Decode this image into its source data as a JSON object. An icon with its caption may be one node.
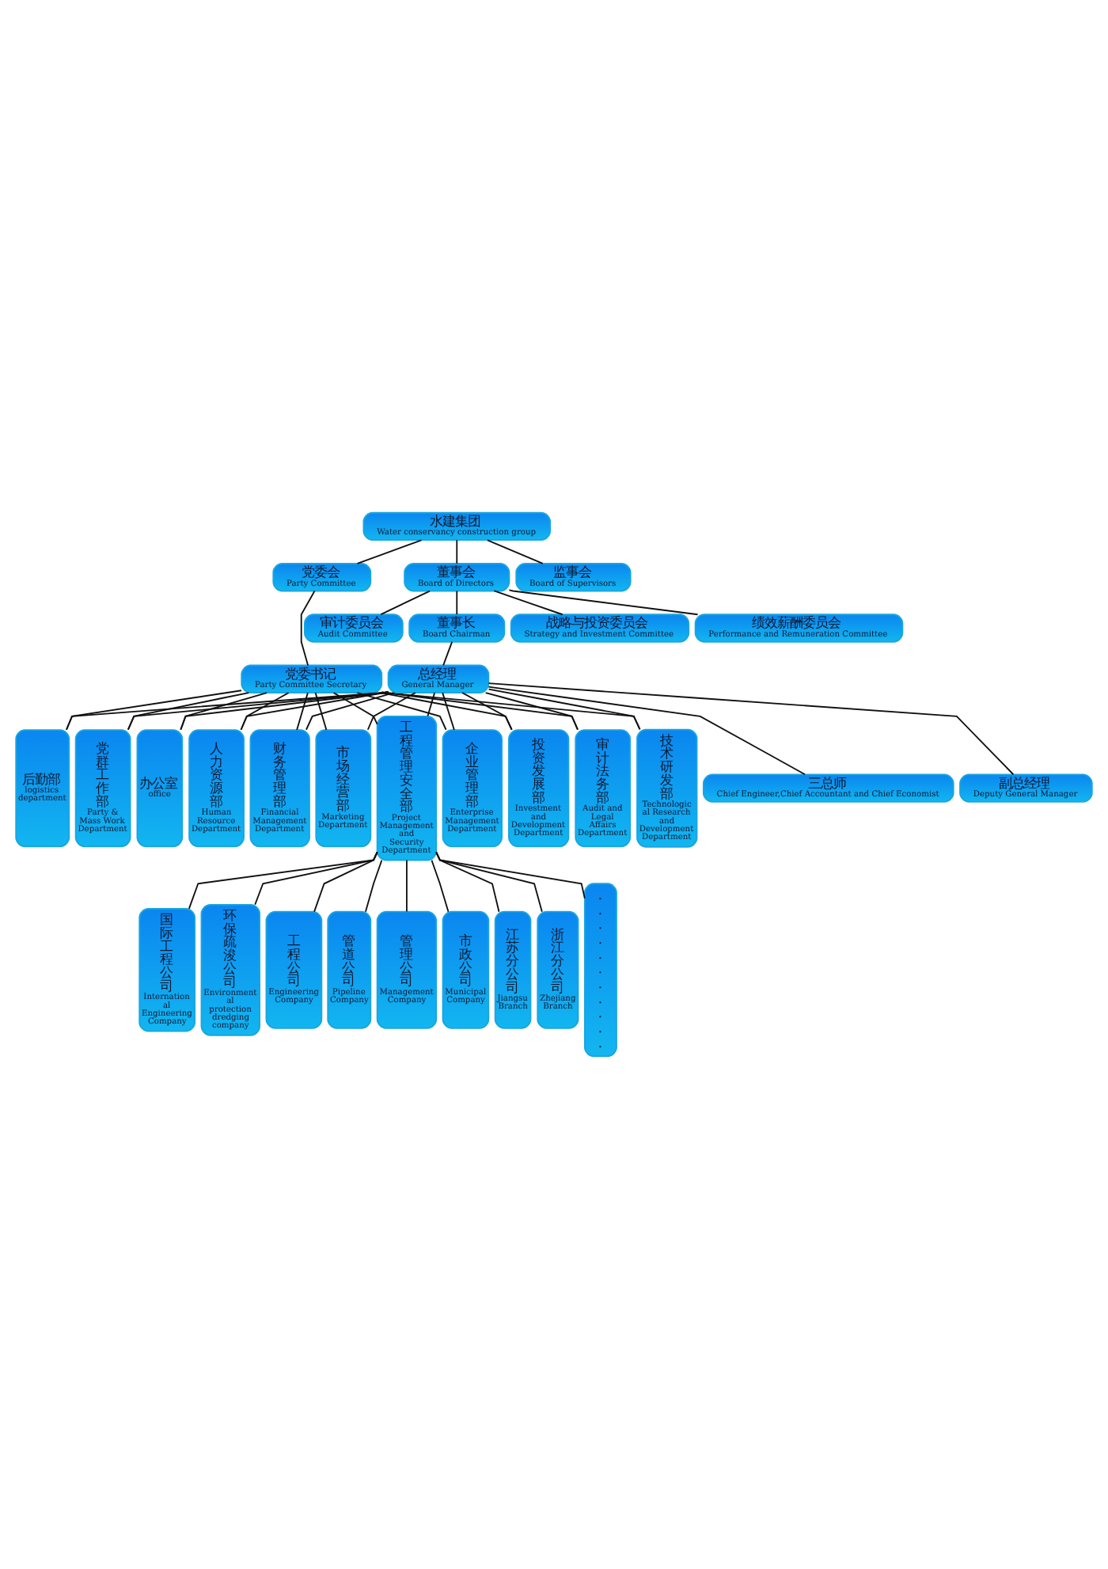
{
  "diagram": {
    "nodes": [
      {
        "text": [
          "水建集团",
          "Water conservancy construction group"
        ]
      },
      {
        "text": [
          "党委会",
          "Party Committee"
        ]
      },
      {
        "text": [
          "监事会",
          "Board of Supervisors"
        ]
      },
      {
        "text": [
          "董事会",
          "Board of Directors"
        ]
      },
      {
        "text": [
          "战略与投资委员会",
          "Strategy and Investment Committee"
        ]
      },
      {
        "text": [
          "绩效薪酬委员会",
          "Performance and Remuneration Committee"
        ]
      },
      {
        "text": [
          "审计委员会",
          "Audit Committee"
        ]
      },
      {
        "text": [
          "党委书记",
          "Party Committee Secretary"
        ]
      },
      {
        "text": [
          "董事长",
          "Board Chairman"
        ]
      },
      {
        "text": [
          "总经理",
          "General Manager"
        ]
      },
      {
        "text": [
          "副总经理",
          "Deputy General Manager"
        ]
      },
      {
        "text": [
          "三总师",
          "Chief Engineer,Chief Accountant and Chief Economist"
        ]
      },
      {
        "text": [
          "党群工作部",
          "Party & Mass Work Department"
        ]
      },
      {
        "text": [
          "办公室",
          "office"
        ]
      },
      {
        "text": [
          "人力资源部",
          "Human Resource Department"
        ]
      },
      {
        "text": [
          "财务管理部",
          "Financial Management Department"
        ]
      },
      {
        "text": [
          "市场经营部",
          "Marketing Department"
        ]
      },
      {
        "text": [
          "工程管理安全部",
          "Project Management and Security Department"
        ]
      },
      {
        "text": [
          "企业管理部",
          "Enterprise Management Department"
        ]
      },
      {
        "text": [
          "投资发展部",
          "Investment and Development Department"
        ]
      },
      {
        "text": [
          "审计法务部",
          "Audit and Legal Affairs Department"
        ]
      },
      {
        "text": [
          "技术研发部",
          "Technological Research and Development Department"
        ]
      },
      {
        "text": [
          "后勤部",
          "logistics department"
        ]
      },
      {
        "text": [
          "国际工程公司",
          "International Engineering Company"
        ]
      },
      {
        "text": [
          "环保疏浚公司",
          "Environmental protection dredging company"
        ]
      },
      {
        "text": [
          "工程公司",
          "Engineering Company"
        ]
      },
      {
        "text": [
          "管道公司",
          "Pipeline Company"
        ]
      },
      {
        "text": [
          "管理公司",
          "Management Company"
        ]
      },
      {
        "text": [
          "市政公司",
          "Municipal Company"
        ]
      },
      {
        "text": [
          "江苏分公司",
          "Jiangsu Branch"
        ]
      },
      {
        "text": [
          "浙江分公司",
          "Zhejiang Branch"
        ]
      },
      {
        "text": [
          "..........."
        ]
      }
    ],
    "edges": [
      {
        "from": 0,
        "to": 1,
        "arrow": "none"
      },
      {
        "from": 0,
        "to": 2,
        "arrow": "none"
      },
      {
        "from": 0,
        "to": 3,
        "arrow": "none"
      },
      {
        "from": 3,
        "to": 4,
        "arrow": "none"
      },
      {
        "from": 3,
        "to": 5,
        "arrow": "none"
      },
      {
        "from": 3,
        "to": 6,
        "arrow": "none"
      },
      {
        "from": 1,
        "to": 7,
        "arrow": "none"
      },
      {
        "from": 3,
        "to": 8,
        "arrow": "none"
      },
      {
        "from": 8,
        "to": 9,
        "arrow": "none"
      },
      {
        "from": 9,
        "to": 10,
        "arrow": "none"
      },
      {
        "from": 9,
        "to": 11,
        "arrow": "none"
      },
      {
        "from": 7,
        "to": 12,
        "arrow": "none"
      },
      {
        "from": 7,
        "to": 13,
        "arrow": "none"
      },
      {
        "from": 7,
        "to": 14,
        "arrow": "none"
      },
      {
        "from": 7,
        "to": 15,
        "arrow": "none"
      },
      {
        "from": 7,
        "to": 16,
        "arrow": "none"
      },
      {
        "from": 7,
        "to": 17,
        "arrow": "none"
      },
      {
        "from": 7,
        "to": 18,
        "arrow": "none"
      },
      {
        "from": 7,
        "to": 19,
        "arrow": "none"
      },
      {
        "from": 7,
        "to": 20,
        "arrow": "none"
      },
      {
        "from": 7,
        "to": 21,
        "arrow": "none"
      },
      {
        "from": 7,
        "to": 22,
        "arrow": "none"
      },
      {
        "from": 9,
        "to": 12,
        "arrow": "none"
      },
      {
        "from": 9,
        "to": 13,
        "arrow": "none"
      },
      {
        "from": 9,
        "to": 14,
        "arrow": "none"
      },
      {
        "from": 9,
        "to": 15,
        "arrow": "none"
      },
      {
        "from": 9,
        "to": 16,
        "arrow": "none"
      },
      {
        "from": 9,
        "to": 17,
        "arrow": "none"
      },
      {
        "from": 9,
        "to": 18,
        "arrow": "none"
      },
      {
        "from": 9,
        "to": 19,
        "arrow": "none"
      },
      {
        "from": 9,
        "to": 20,
        "arrow": "none"
      },
      {
        "from": 9,
        "to": 21,
        "arrow": "none"
      },
      {
        "from": 9,
        "to": 22,
        "arrow": "none"
      },
      {
        "from": 17,
        "to": 23,
        "arrow": "none"
      },
      {
        "from": 17,
        "to": 24,
        "arrow": "none"
      },
      {
        "from": 17,
        "to": 25,
        "arrow": "none"
      },
      {
        "from": 17,
        "to": 26,
        "arrow": "none"
      },
      {
        "from": 17,
        "to": 27,
        "arrow": "none"
      },
      {
        "from": 17,
        "to": 28,
        "arrow": "none"
      },
      {
        "from": 17,
        "to": 29,
        "arrow": "none"
      },
      {
        "from": 17,
        "to": 30,
        "arrow": "none"
      },
      {
        "from": 17,
        "to": 31,
        "arrow": "none"
      }
    ]
  }
}
